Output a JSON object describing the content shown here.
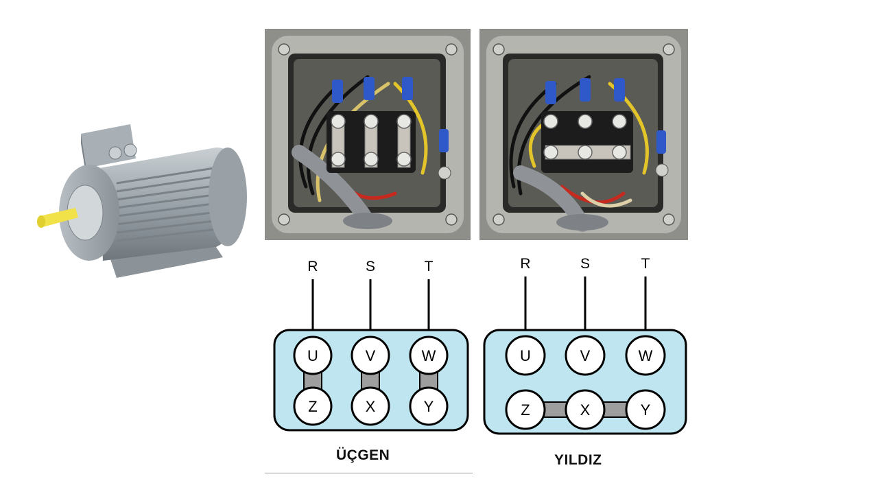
{
  "colors": {
    "panel_fill": "#bfe6f0",
    "panel_stroke": "#000000",
    "bridge_fill": "#9e9e9e",
    "terminal_fill": "#ffffff"
  },
  "delta": {
    "phases": [
      "R",
      "S",
      "T"
    ],
    "top_terminals": [
      "U",
      "V",
      "W"
    ],
    "bottom_terminals": [
      "Z",
      "X",
      "Y"
    ],
    "caption": "ÜÇGEN"
  },
  "star": {
    "phases": [
      "R",
      "S",
      "T"
    ],
    "top_terminals": [
      "U",
      "V",
      "W"
    ],
    "bottom_terminals": [
      "Z",
      "X",
      "Y"
    ],
    "caption": "YILDIZ"
  },
  "images": {
    "motor": "motor-illustration",
    "delta_box_photo": "delta-terminal-box-photo",
    "star_box_photo": "star-terminal-box-photo"
  }
}
